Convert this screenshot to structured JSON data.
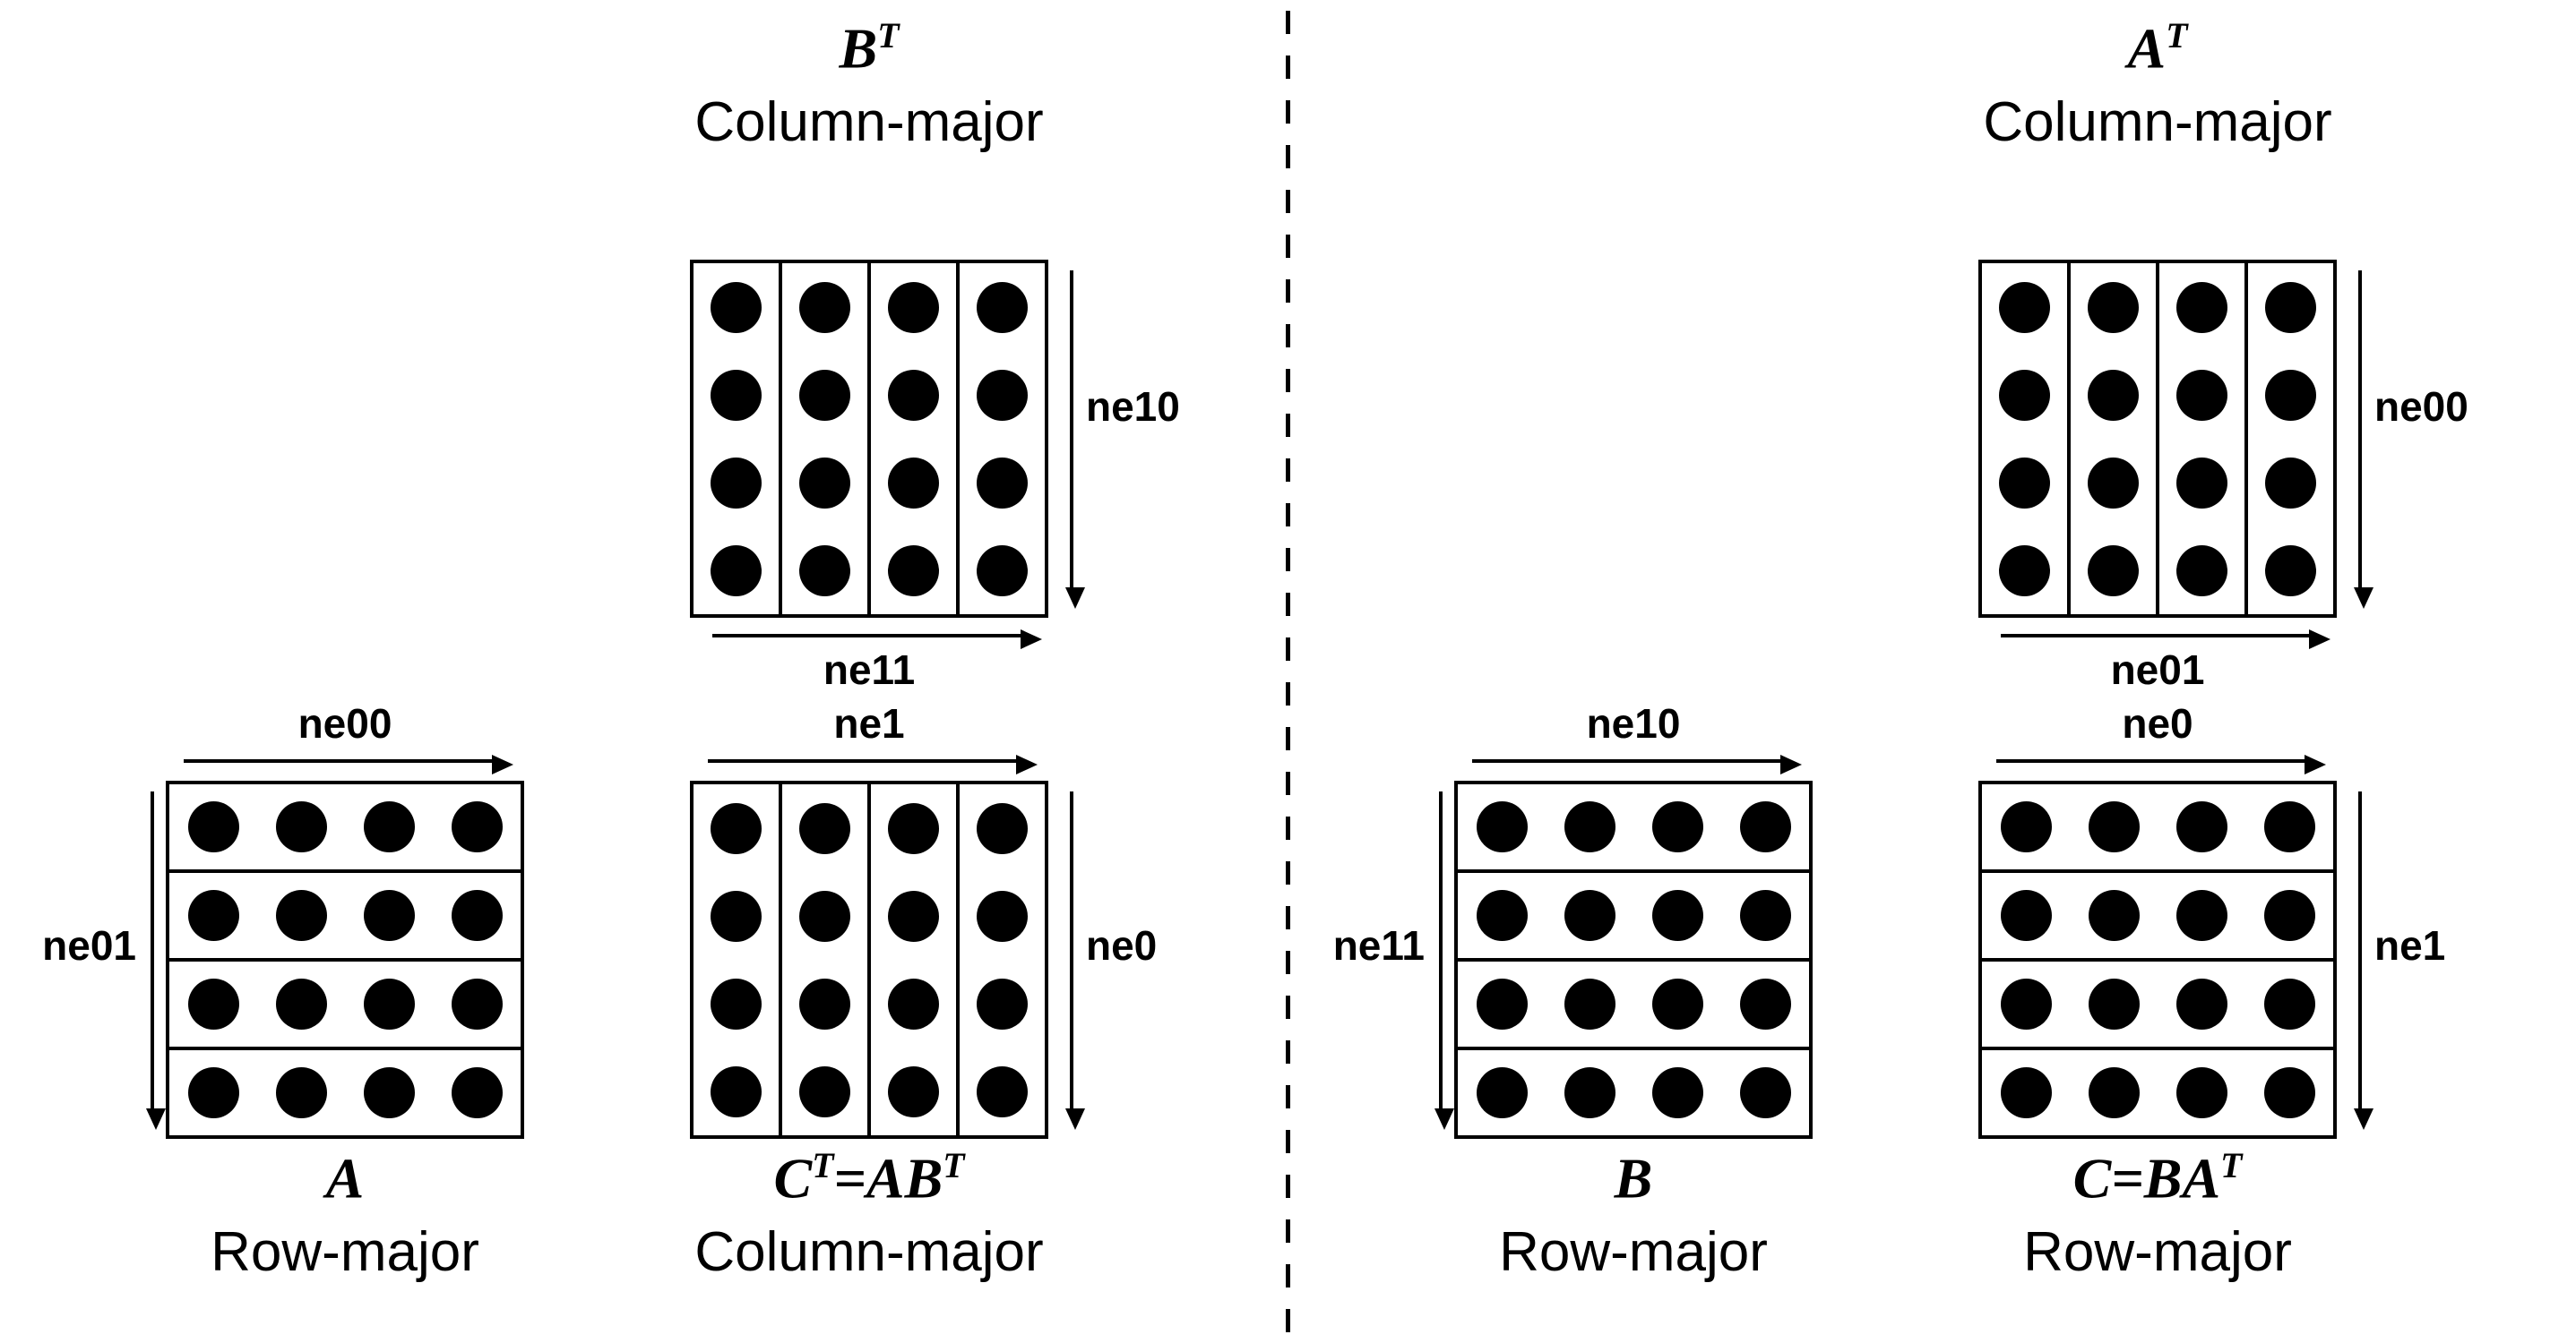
{
  "matrix": {
    "rows": 4,
    "cols": 4,
    "dot_color": "#000000"
  },
  "divider": {
    "style": "dashed-vertical"
  },
  "panels": [
    {
      "side": "left",
      "top_matrix": {
        "title": {
          "t1": "B",
          "s1": "T",
          "t2": "",
          "s2": ""
        },
        "layout": "Column-major",
        "orientation": "column",
        "right_label": "ne10",
        "bottom_label": "ne11"
      },
      "left_matrix": {
        "top_label": "ne00",
        "left_label": "ne01",
        "orientation": "row",
        "title": {
          "t1": "A",
          "s1": "",
          "t2": "",
          "s2": ""
        },
        "layout": "Row-major"
      },
      "right_matrix": {
        "top_label": "ne1",
        "right_label": "ne0",
        "orientation": "column",
        "title": {
          "t1": "C",
          "s1": "T",
          "t2": "=AB",
          "s2": "T"
        },
        "layout": "Column-major"
      }
    },
    {
      "side": "right",
      "top_matrix": {
        "title": {
          "t1": "A",
          "s1": "T",
          "t2": "",
          "s2": ""
        },
        "layout": "Column-major",
        "orientation": "column",
        "right_label": "ne00",
        "bottom_label": "ne01"
      },
      "left_matrix": {
        "top_label": "ne10",
        "left_label": "ne11",
        "orientation": "row",
        "title": {
          "t1": "B",
          "s1": "",
          "t2": "",
          "s2": ""
        },
        "layout": "Row-major"
      },
      "right_matrix": {
        "top_label": "ne0",
        "right_label": "ne1",
        "orientation": "row",
        "title": {
          "t1": "C=BA",
          "s1": "T",
          "t2": "",
          "s2": ""
        },
        "layout": "Row-major"
      }
    }
  ]
}
